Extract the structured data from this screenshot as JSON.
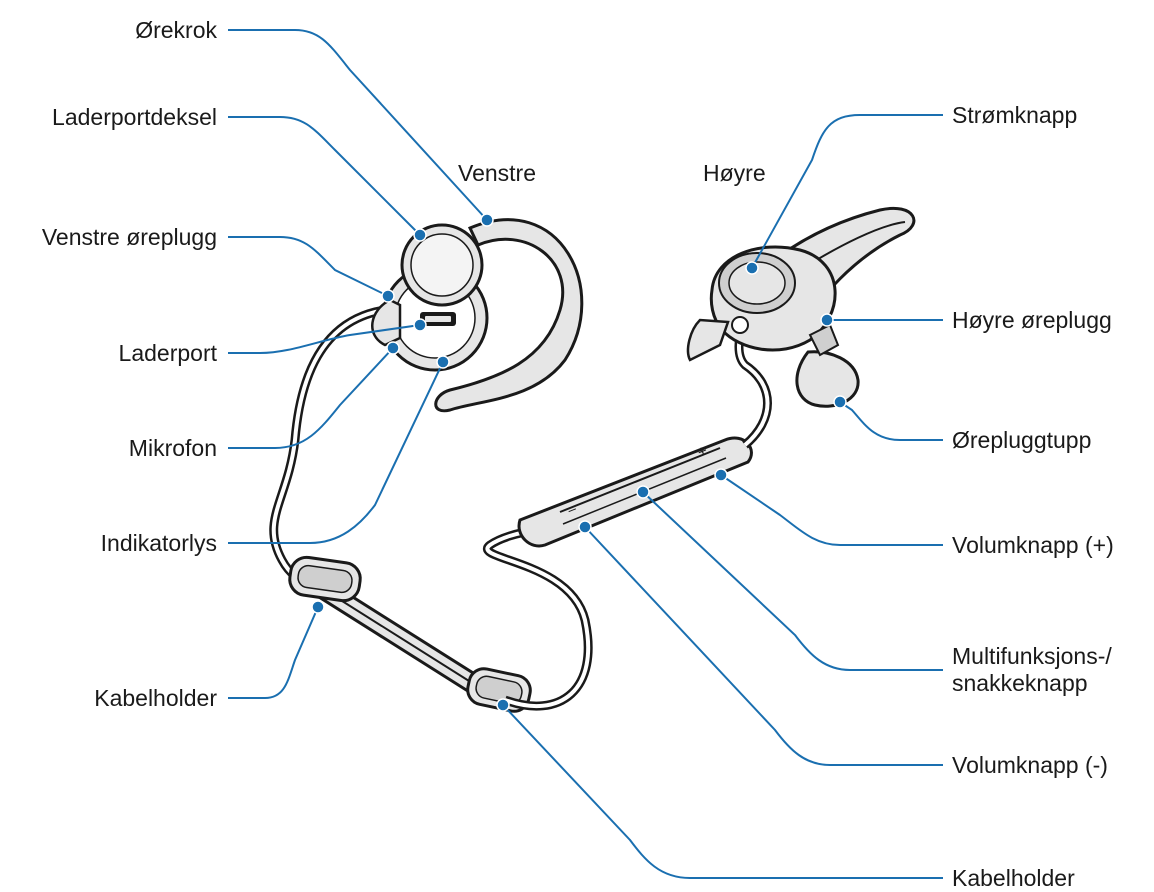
{
  "side_labels": {
    "left": "Venstre",
    "right": "Høyre"
  },
  "callouts_left": [
    {
      "id": "ear-hook",
      "text": "Ørekrok"
    },
    {
      "id": "charger-port-cover",
      "text": "Laderportdeksel"
    },
    {
      "id": "left-earpiece",
      "text": "Venstre øreplugg"
    },
    {
      "id": "charger-port",
      "text": "Laderport"
    },
    {
      "id": "microphone",
      "text": "Mikrofon"
    },
    {
      "id": "indicator-light",
      "text": "Indikatorlys"
    },
    {
      "id": "cable-holder-left",
      "text": "Kabelholder"
    }
  ],
  "callouts_right": [
    {
      "id": "power-button",
      "text": "Strømknapp"
    },
    {
      "id": "right-earpiece",
      "text": "Høyre øreplugg"
    },
    {
      "id": "ear-tip",
      "text": "Øreplugg­tupp"
    },
    {
      "id": "volume-up",
      "text": "Volumknapp (+)"
    },
    {
      "id": "multi-function",
      "text": "Multifunksjons-/ snakkeknapp"
    },
    {
      "id": "volume-down",
      "text": "Volumknapp (-)"
    },
    {
      "id": "cable-holder-right",
      "text": "Kabelholder"
    }
  ],
  "colors": {
    "leader_line": "#1a6fb0",
    "outline": "#1a1a1a",
    "fill_light": "#e6e6e6",
    "fill_mid": "#cfcfcf"
  }
}
